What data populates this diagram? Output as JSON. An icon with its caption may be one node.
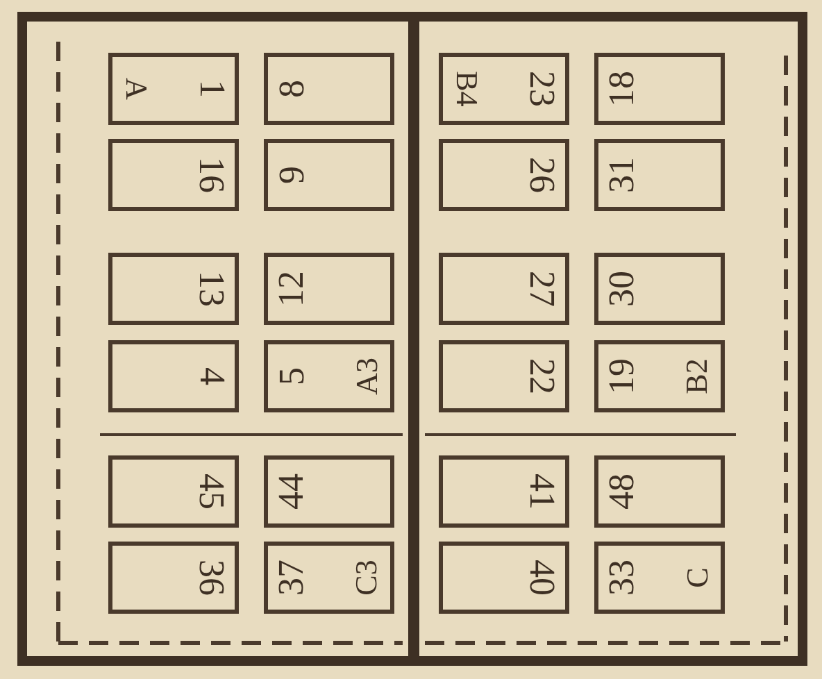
{
  "diagram": {
    "nodes": [
      {
        "text": [
          "1",
          "A"
        ]
      },
      {
        "text": [
          "8"
        ]
      },
      {
        "text": [
          "23",
          "B4"
        ]
      },
      {
        "text": [
          "18"
        ]
      },
      {
        "text": [
          "16"
        ]
      },
      {
        "text": [
          "9"
        ]
      },
      {
        "text": [
          "26"
        ]
      },
      {
        "text": [
          "31"
        ]
      },
      {
        "text": [
          "13"
        ]
      },
      {
        "text": [
          "12"
        ]
      },
      {
        "text": [
          "27"
        ]
      },
      {
        "text": [
          "30"
        ]
      },
      {
        "text": [
          "4"
        ]
      },
      {
        "text": [
          "5",
          "A3"
        ]
      },
      {
        "text": [
          "22"
        ]
      },
      {
        "text": [
          "19",
          "B2"
        ]
      },
      {
        "text": [
          "45"
        ]
      },
      {
        "text": [
          "44"
        ]
      },
      {
        "text": [
          "41"
        ]
      },
      {
        "text": [
          "48"
        ]
      },
      {
        "text": [
          "36"
        ]
      },
      {
        "text": [
          "37",
          "C3"
        ]
      },
      {
        "text": [
          "40"
        ]
      },
      {
        "text": [
          "33",
          "C"
        ]
      }
    ]
  }
}
